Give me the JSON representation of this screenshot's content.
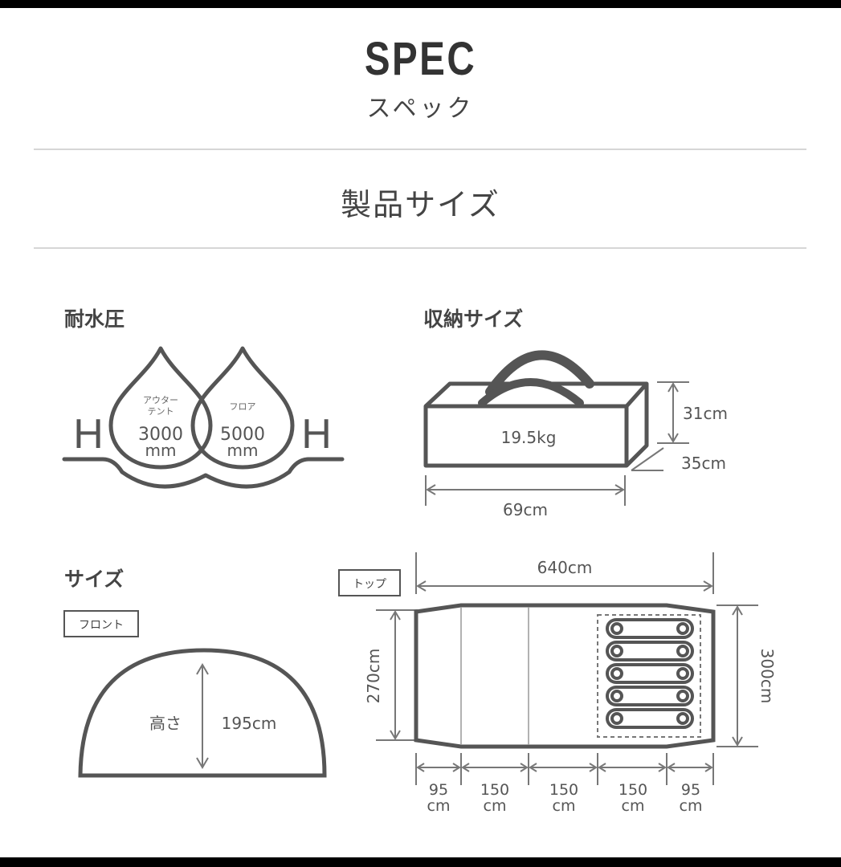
{
  "header": {
    "title": "SPEC",
    "subtitle": "スペック"
  },
  "section_title": "製品サイズ",
  "waterproof": {
    "heading": "耐水圧",
    "outer_label_1": "アウター",
    "outer_label_2": "テント",
    "outer_value": "3000",
    "floor_label": "フロア",
    "floor_value": "5000",
    "unit": "mm",
    "h_letter": "H"
  },
  "storage": {
    "heading": "収納サイズ",
    "weight": "19.5kg",
    "height": "31cm",
    "depth": "35cm",
    "width": "69cm"
  },
  "size": {
    "heading": "サイズ",
    "front_label": "フロント",
    "height_label": "高さ",
    "height_value": "195cm",
    "top_label": "トップ",
    "total_length": "640cm",
    "inner_width": "270cm",
    "outer_width": "300cm",
    "segments": [
      "95",
      "150",
      "150",
      "150",
      "95"
    ],
    "segment_unit": "cm"
  },
  "colors": {
    "line": "#555555",
    "rule": "#d6d6d6",
    "background": "#ffffff",
    "frame": "#000000"
  }
}
